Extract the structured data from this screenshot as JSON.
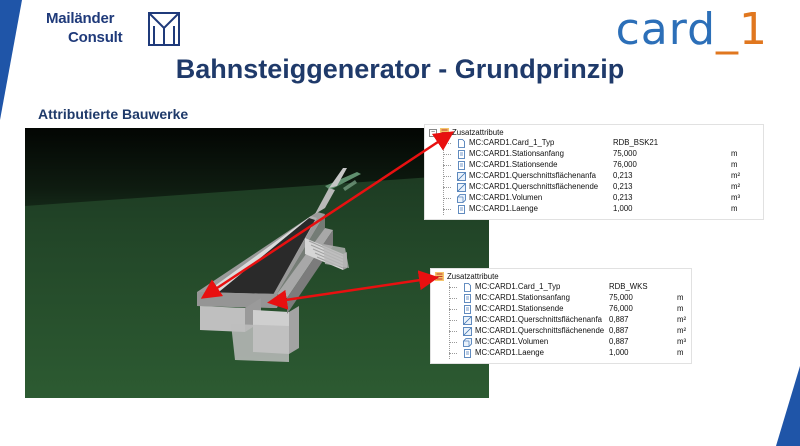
{
  "logo_left": {
    "line1": "Mailänder",
    "line2": "Consult"
  },
  "logo_right": {
    "main": "card",
    "tail": "_1"
  },
  "title": "Bahnsteiggenerator - Grundprinzip",
  "subtitle": "Attributierte Bauwerke",
  "colors": {
    "accent_blue": "#1f3a6a",
    "brand_blue": "#2c6fb8",
    "brand_orange": "#e0771f",
    "arrow_red": "#e81010"
  },
  "panel1": {
    "root": "Zusatzattribute",
    "rows": [
      {
        "name": "MC:CARD1.Card_1_Typ",
        "value": "RDB_BSK21",
        "unit": "",
        "icon": "doc-icon"
      },
      {
        "name": "MC:CARD1.Stationsanfang",
        "value": "75,000",
        "unit": "m",
        "icon": "number-icon"
      },
      {
        "name": "MC:CARD1.Stationsende",
        "value": "76,000",
        "unit": "m",
        "icon": "number-icon"
      },
      {
        "name": "MC:CARD1.Querschnittsflächenanfa",
        "value": "0,213",
        "unit": "m²",
        "icon": "area-icon"
      },
      {
        "name": "MC:CARD1.Querschnittsflächenende",
        "value": "0,213",
        "unit": "m²",
        "icon": "area-icon"
      },
      {
        "name": "MC:CARD1.Volumen",
        "value": "0,213",
        "unit": "m³",
        "icon": "volume-icon"
      },
      {
        "name": "MC:CARD1.Laenge",
        "value": "1,000",
        "unit": "m",
        "icon": "number-icon"
      }
    ]
  },
  "panel2": {
    "root": "Zusatzattribute",
    "rows": [
      {
        "name": "MC:CARD1.Card_1_Typ",
        "value": "RDB_WKS",
        "unit": "",
        "icon": "doc-icon"
      },
      {
        "name": "MC:CARD1.Stationsanfang",
        "value": "75,000",
        "unit": "m",
        "icon": "number-icon"
      },
      {
        "name": "MC:CARD1.Stationsende",
        "value": "76,000",
        "unit": "m",
        "icon": "number-icon"
      },
      {
        "name": "MC:CARD1.Querschnittsflächenanfa",
        "value": "0,887",
        "unit": "m²",
        "icon": "area-icon"
      },
      {
        "name": "MC:CARD1.Querschnittsflächenende",
        "value": "0,887",
        "unit": "m²",
        "icon": "area-icon"
      },
      {
        "name": "MC:CARD1.Volumen",
        "value": "0,887",
        "unit": "m³",
        "icon": "volume-icon"
      },
      {
        "name": "MC:CARD1.Laenge",
        "value": "1,000",
        "unit": "m",
        "icon": "number-icon"
      }
    ]
  }
}
